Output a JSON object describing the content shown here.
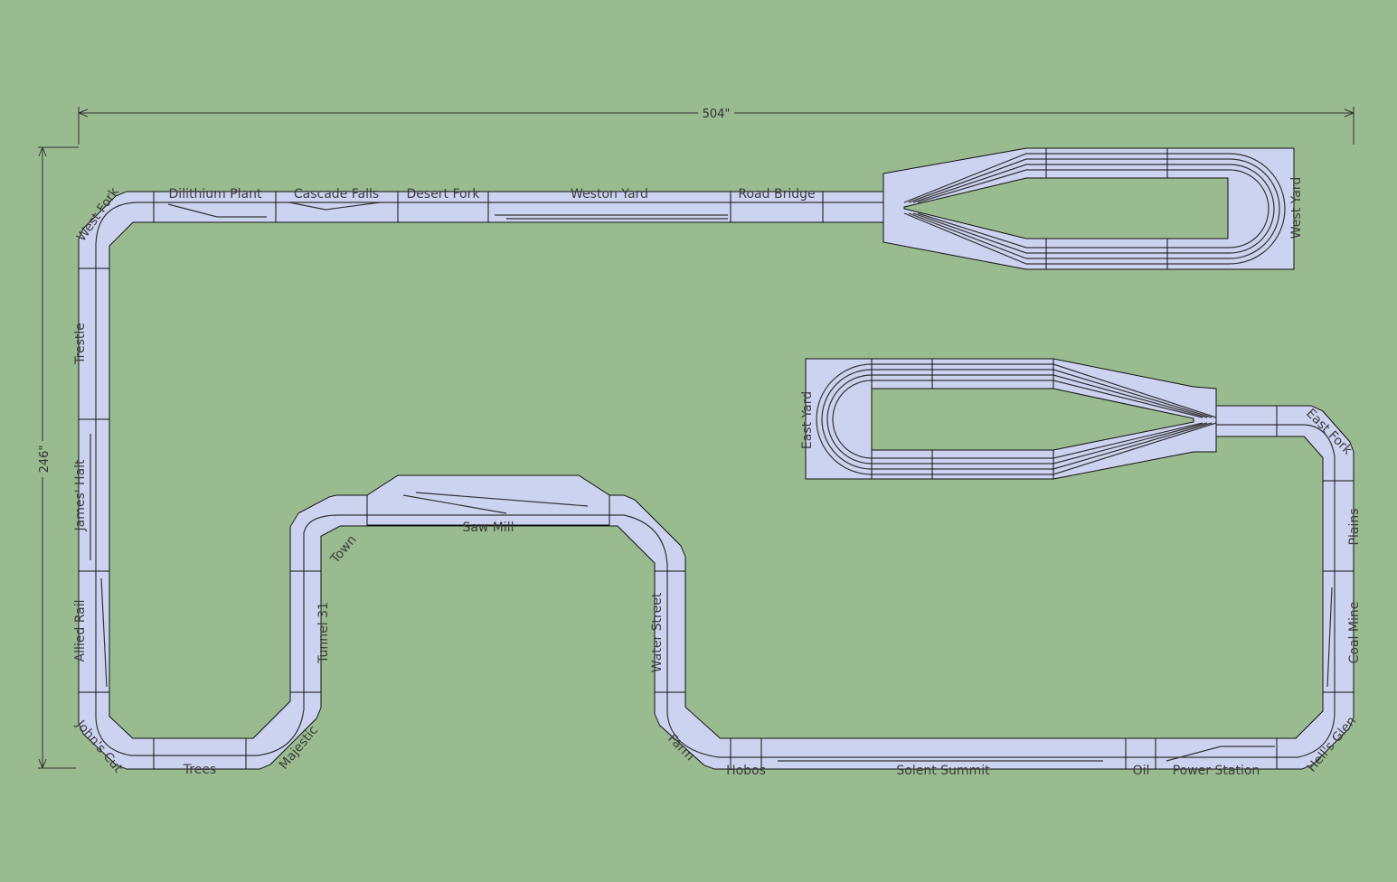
{
  "dimensions": {
    "width": "504\"",
    "height": "246\""
  },
  "colors": {
    "background": "#9aba8f",
    "benchwork": "#ccd3f0",
    "outline": "#111111"
  },
  "labels": {
    "west_fork": "West Fork",
    "dilithium_plant": "Dilithium Plant",
    "cascade_falls": "Cascade Falls",
    "desert_fork": "Desert Fork",
    "weston_yard": "Weston Yard",
    "road_bridge": "Road Bridge",
    "west_yard": "West Yard",
    "east_yard": "East Yard",
    "east_fork": "East Fork",
    "plains": "Plains",
    "coal_mine": "Coal Mine",
    "hells_glen": "Hell's Glen",
    "power_station": "Power Station",
    "oil": "Oil",
    "solent_summit": "Solent Summit",
    "hobos": "Hobos",
    "farm": "Farm",
    "water_street": "Water Street",
    "saw_mill": "Saw Mill",
    "town": "Town",
    "tunnel_31": "Tunnel 31",
    "majestic": "Majestic",
    "trees": "Trees",
    "johns_cut": "John's Cut",
    "allied_rail": "Allied Rail",
    "james_halt": "James' Halt",
    "trestle": "Trestle"
  }
}
